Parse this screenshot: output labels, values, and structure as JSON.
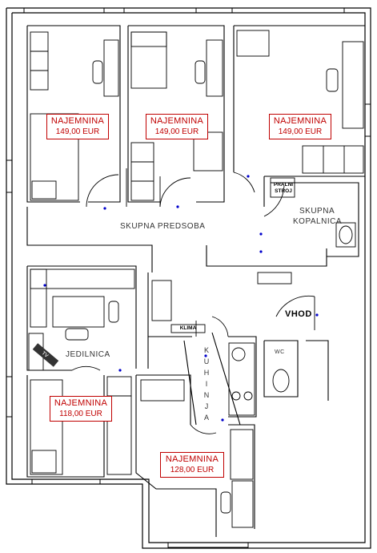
{
  "rooms": {
    "room1": {
      "title": "NAJEMNINA",
      "price": "149,00 EUR"
    },
    "room2": {
      "title": "NAJEMNINA",
      "price": "149,00 EUR"
    },
    "room3": {
      "title": "NAJEMNINA",
      "price": "149,00 EUR"
    },
    "room4": {
      "title": "NAJEMNINA",
      "price": "118,00 EUR"
    },
    "room5": {
      "title": "NAJEMNINA",
      "price": "128,00 EUR"
    }
  },
  "labels": {
    "hall": "SKUPNA PREDSOBA",
    "bath_line1": "SKUPNA",
    "bath_line2": "KOPALNICA",
    "washer_line1": "PRALNI",
    "washer_line2": "STROJ",
    "entrance": "VHOD",
    "wc": "WC",
    "dining": "JEDILNICA",
    "kitchen_letters": [
      "K",
      "U",
      "H",
      "I",
      "N",
      "J",
      "A"
    ],
    "klima": "KLIMA",
    "tv": "TV"
  },
  "colors": {
    "price_red": "#c00000",
    "wall": "#000000",
    "door_dot": "#0000cc"
  }
}
